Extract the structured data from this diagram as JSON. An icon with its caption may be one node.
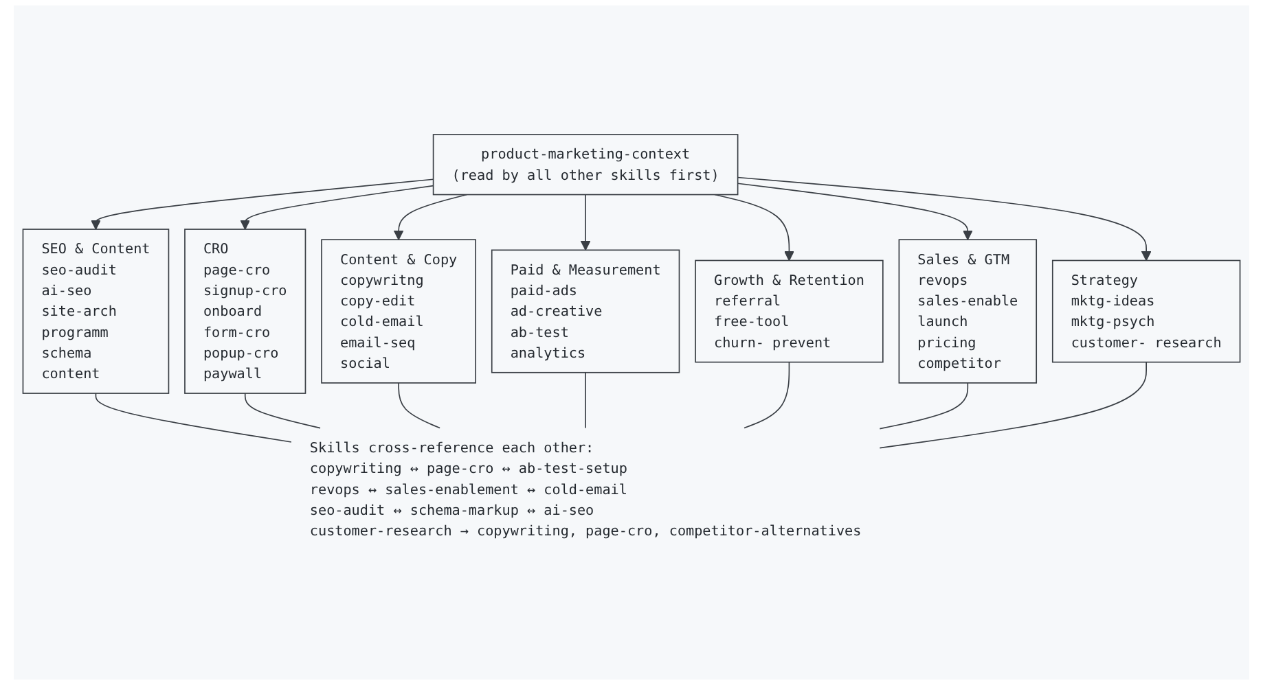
{
  "diagram": {
    "nodes": [
      {
        "text": [
          "product-marketing-context",
          "(read by all other skills first)"
        ]
      },
      {
        "text": [
          "SEO & Content",
          "seo-audit",
          "ai-seo",
          "site-arch",
          "programm",
          "schema",
          "content"
        ]
      },
      {
        "text": [
          "CRO",
          "page-cro",
          "signup-cro",
          "onboard",
          "form-cro",
          "popup-cro",
          "paywall"
        ]
      },
      {
        "text": [
          "Content & Copy",
          "copywritng",
          "copy-edit",
          "cold-email",
          "email-seq",
          "social"
        ]
      },
      {
        "text": [
          "Paid & Measurement",
          "paid-ads",
          "ad-creative",
          "ab-test",
          "analytics"
        ]
      },
      {
        "text": [
          "Growth & Retention",
          "referral",
          "free-tool",
          "churn- prevent"
        ]
      },
      {
        "text": [
          "Sales & GTM",
          "revops",
          "sales-enable",
          "launch",
          "pricing",
          "competitor"
        ]
      },
      {
        "text": [
          "Strategy",
          "mktg-ideas",
          "mktg-psych",
          "customer- research"
        ]
      },
      {
        "text": [
          "Skills cross-reference each other:",
          "copywriting ↔ page-cro ↔ ab-test-setup",
          "revops ↔ sales-enablement ↔ cold-email",
          "seo-audit ↔ schema-markup ↔ ai-seo",
          "customer-research → copywriting, page-cro, competitor-alternatives"
        ]
      }
    ],
    "edges": [
      {
        "from": 0,
        "to": 1,
        "arrow": "to"
      },
      {
        "from": 0,
        "to": 2,
        "arrow": "to"
      },
      {
        "from": 0,
        "to": 3,
        "arrow": "to"
      },
      {
        "from": 0,
        "to": 4,
        "arrow": "to"
      },
      {
        "from": 0,
        "to": 5,
        "arrow": "to"
      },
      {
        "from": 0,
        "to": 6,
        "arrow": "to"
      },
      {
        "from": 0,
        "to": 7,
        "arrow": "to"
      },
      {
        "from": 1,
        "to": 8,
        "arrow": "none"
      },
      {
        "from": 2,
        "to": 8,
        "arrow": "none"
      },
      {
        "from": 3,
        "to": 8,
        "arrow": "none"
      },
      {
        "from": 4,
        "to": 8,
        "arrow": "none"
      },
      {
        "from": 5,
        "to": 8,
        "arrow": "none"
      },
      {
        "from": 6,
        "to": 8,
        "arrow": "none"
      },
      {
        "from": 7,
        "to": 8,
        "arrow": "none"
      }
    ]
  }
}
